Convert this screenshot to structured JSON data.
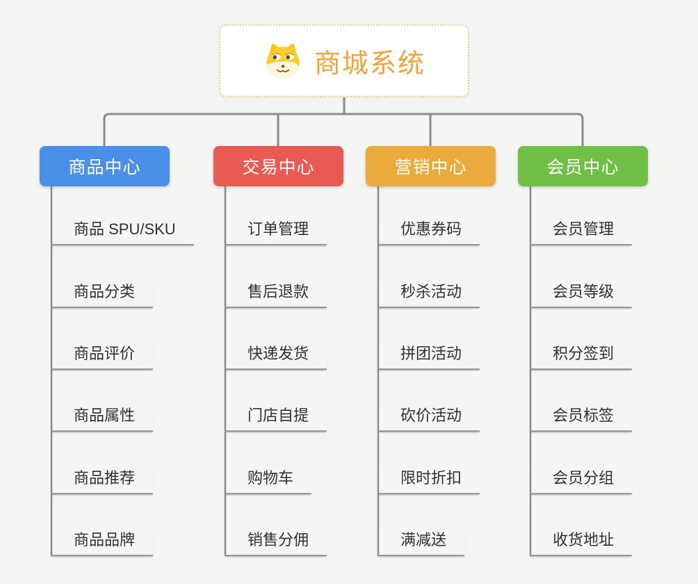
{
  "root": {
    "title": "商城系统",
    "title_color": "#f0a33c",
    "border_color": "#f5c880",
    "icon": "doge-icon"
  },
  "connector_color": "#8a8a8a",
  "branches": [
    {
      "label": "商品中心",
      "color": "#4a90e8",
      "items": [
        "商品 SPU/SKU",
        "商品分类",
        "商品评价",
        "商品属性",
        "商品推荐",
        "商品品牌"
      ]
    },
    {
      "label": "交易中心",
      "color": "#e95a52",
      "items": [
        "订单管理",
        "售后退款",
        "快递发货",
        "门店自提",
        "购物车",
        "销售分佣"
      ]
    },
    {
      "label": "营销中心",
      "color": "#eaaa3c",
      "items": [
        "优惠券码",
        "秒杀活动",
        "拼团活动",
        "砍价活动",
        "限时折扣",
        "满减送"
      ]
    },
    {
      "label": "会员中心",
      "color": "#6fbf45",
      "items": [
        "会员管理",
        "会员等级",
        "积分签到",
        "会员标签",
        "会员分组",
        "收货地址"
      ]
    }
  ]
}
